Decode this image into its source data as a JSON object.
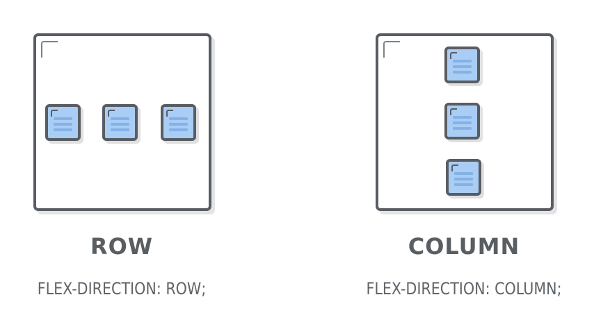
{
  "diagrams": [
    {
      "id": "row",
      "title": "ROW",
      "caption": "FLEX-DIRECTION: ROW;",
      "direction": "row",
      "item_count": 3
    },
    {
      "id": "column",
      "title": "COLUMN",
      "caption": "FLEX-DIRECTION: COLUMN;",
      "direction": "column",
      "item_count": 3
    }
  ],
  "colors": {
    "outline": "#585d63",
    "item_fill": "#a9cdf5",
    "item_lines": "#85b2e6",
    "shadow": "#e4e4e4",
    "text": "#595e63"
  }
}
